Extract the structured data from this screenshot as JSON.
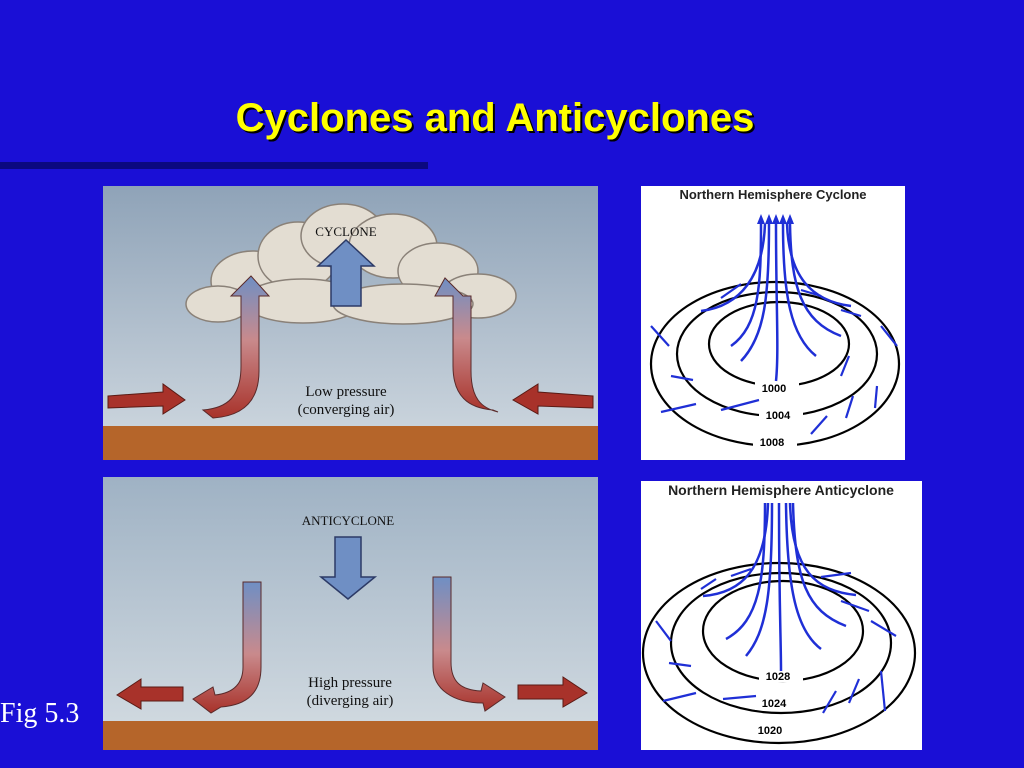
{
  "slide": {
    "title": "Cyclones and Anticyclones",
    "figure_label": "Fig 5.3"
  },
  "cyclone_photo": {
    "system_label": "CYCLONE",
    "pressure_line1": "Low pressure",
    "pressure_line2": "(converging air)"
  },
  "anticyclone_photo": {
    "system_label": "ANTICYCLONE",
    "pressure_line1": "High pressure",
    "pressure_line2": "(diverging air)"
  },
  "cyclone_map": {
    "title": "Northern Hemisphere Cyclone",
    "isobars": [
      "1000",
      "1004",
      "1008"
    ]
  },
  "anticyclone_map": {
    "title": "Northern Hemisphere Anticyclone",
    "isobars": [
      "1028",
      "1024",
      "1020"
    ]
  },
  "colors": {
    "background": "#1a0fd6",
    "title": "#ffff00",
    "arrow_red": "#a8322a",
    "arrow_blue": "#6f8fc4",
    "ground": "#b5652a",
    "flow_blue": "#1f2fd6"
  }
}
